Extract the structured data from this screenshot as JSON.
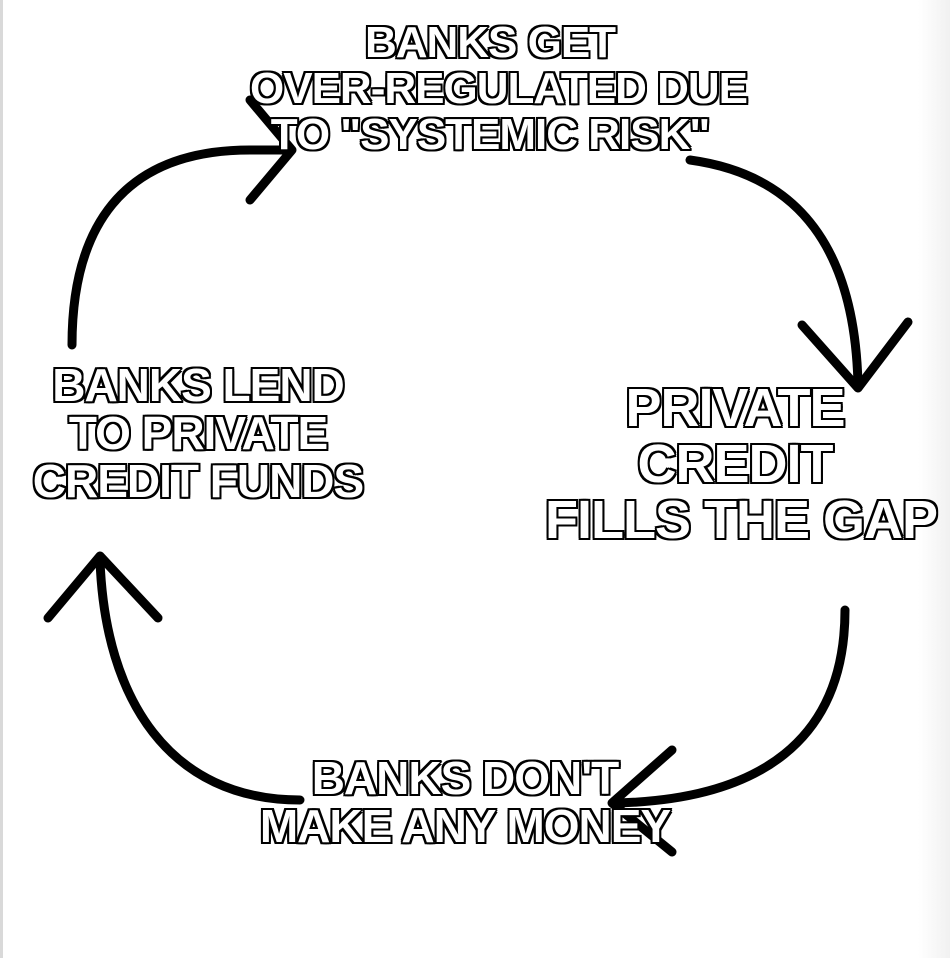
{
  "diagram": {
    "type": "cycle",
    "nodes": [
      {
        "id": "top",
        "lines": [
          "BANKS GET",
          "OVER-REGULATED DUE",
          "TO \"SYSTEMIC RISK\""
        ]
      },
      {
        "id": "right",
        "lines": [
          "PRIVATE",
          "CREDIT",
          "FILLS THE GAP"
        ]
      },
      {
        "id": "bottom",
        "lines": [
          "BANKS DON'T",
          "MAKE ANY MONEY"
        ]
      },
      {
        "id": "left",
        "lines": [
          "BANKS LEND",
          "TO PRIVATE",
          "CREDIT FUNDS"
        ]
      }
    ],
    "edges": [
      {
        "from": "top",
        "to": "right"
      },
      {
        "from": "right",
        "to": "bottom"
      },
      {
        "from": "bottom",
        "to": "left"
      },
      {
        "from": "left",
        "to": "top"
      }
    ],
    "colors": {
      "background": "#ffffff",
      "arrow": "#000000",
      "text_fill": "#ffffff",
      "text_outline": "#000000"
    }
  }
}
